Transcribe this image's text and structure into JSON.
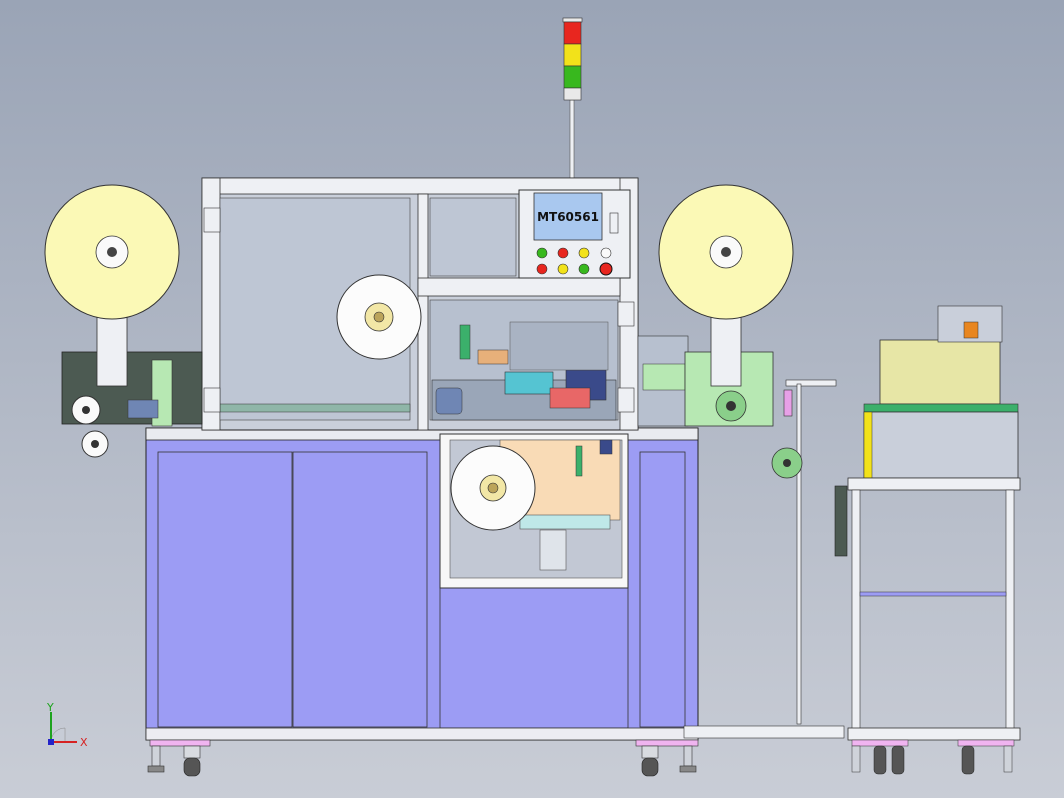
{
  "hmi": {
    "screen_label": "MT60561"
  },
  "axes": {
    "y_label": "Y",
    "x_label": "X"
  },
  "colors": {
    "background_top": "#9aa4b6",
    "background_bottom": "#c9cdd6",
    "cabinet": "#9c9cf4",
    "reel": "#fbf9b6",
    "light_red": "#e8261f",
    "light_yellow": "#f2e21a",
    "light_green": "#38b81e",
    "panel_green": "#b7e8b3",
    "panel_dark": "#4c5a52",
    "stand_box": "#e7e6a6"
  }
}
